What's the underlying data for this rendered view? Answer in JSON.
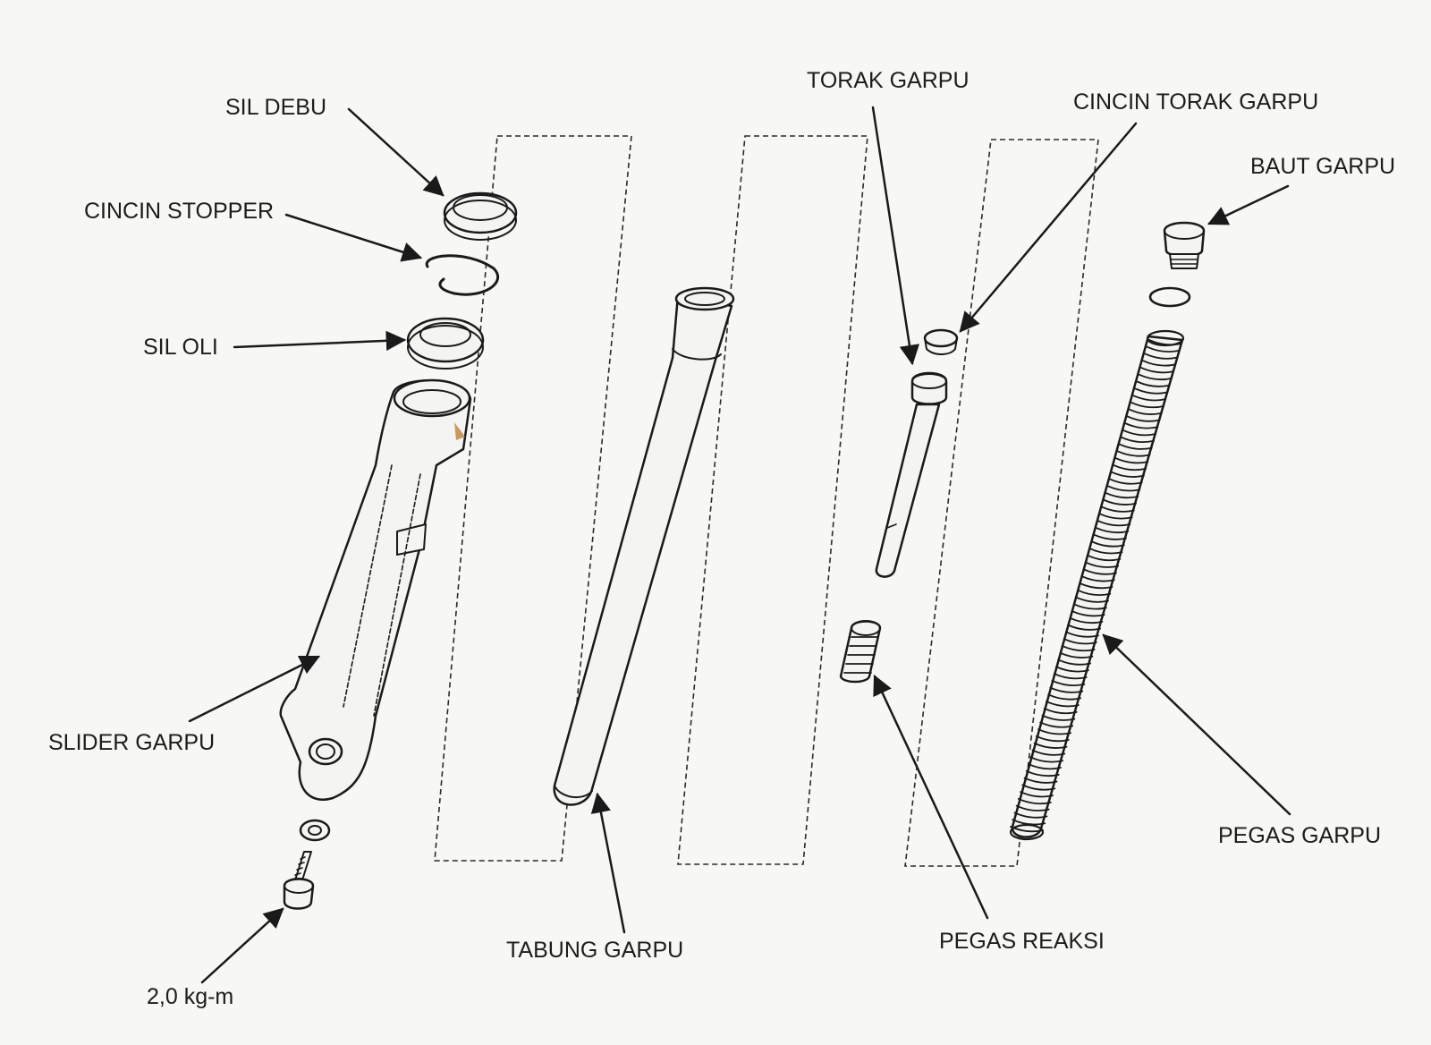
{
  "labels": {
    "sil_debu": "SIL DEBU",
    "cincin_stopper": "CINCIN STOPPER",
    "sil_oli": "SIL OLI",
    "slider_garpu": "SLIDER GARPU",
    "torque": "2,0 kg-m",
    "tabung_garpu": "TABUNG GARPU",
    "torak_garpu": "TORAK GARPU",
    "cincin_torak_garpu": "CINCIN TORAK GARPU",
    "baut_garpu": "BAUT GARPU",
    "pegas_garpu": "PEGAS GARPU",
    "pegas_reaksi": "PEGAS REAKSI"
  }
}
